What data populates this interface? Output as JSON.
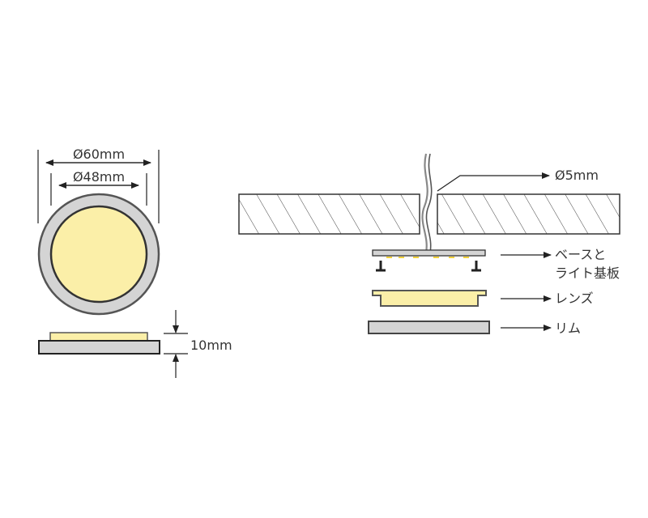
{
  "front_view": {
    "outer_diameter_label": "Ø60mm",
    "inner_diameter_label": "Ø48mm"
  },
  "side_view": {
    "height_label": "10mm"
  },
  "installation_view": {
    "cable_label": "Ø5mm",
    "parts": [
      {
        "label_line1": "ベースと",
        "label_line2": "ライト基板"
      },
      {
        "label_line1": "レンズ"
      },
      {
        "label_line1": "リム"
      }
    ]
  },
  "colors": {
    "rim": "#d4d4d4",
    "lens": "#fbefa8",
    "outline": "#333333",
    "led": "#f2d23c"
  }
}
